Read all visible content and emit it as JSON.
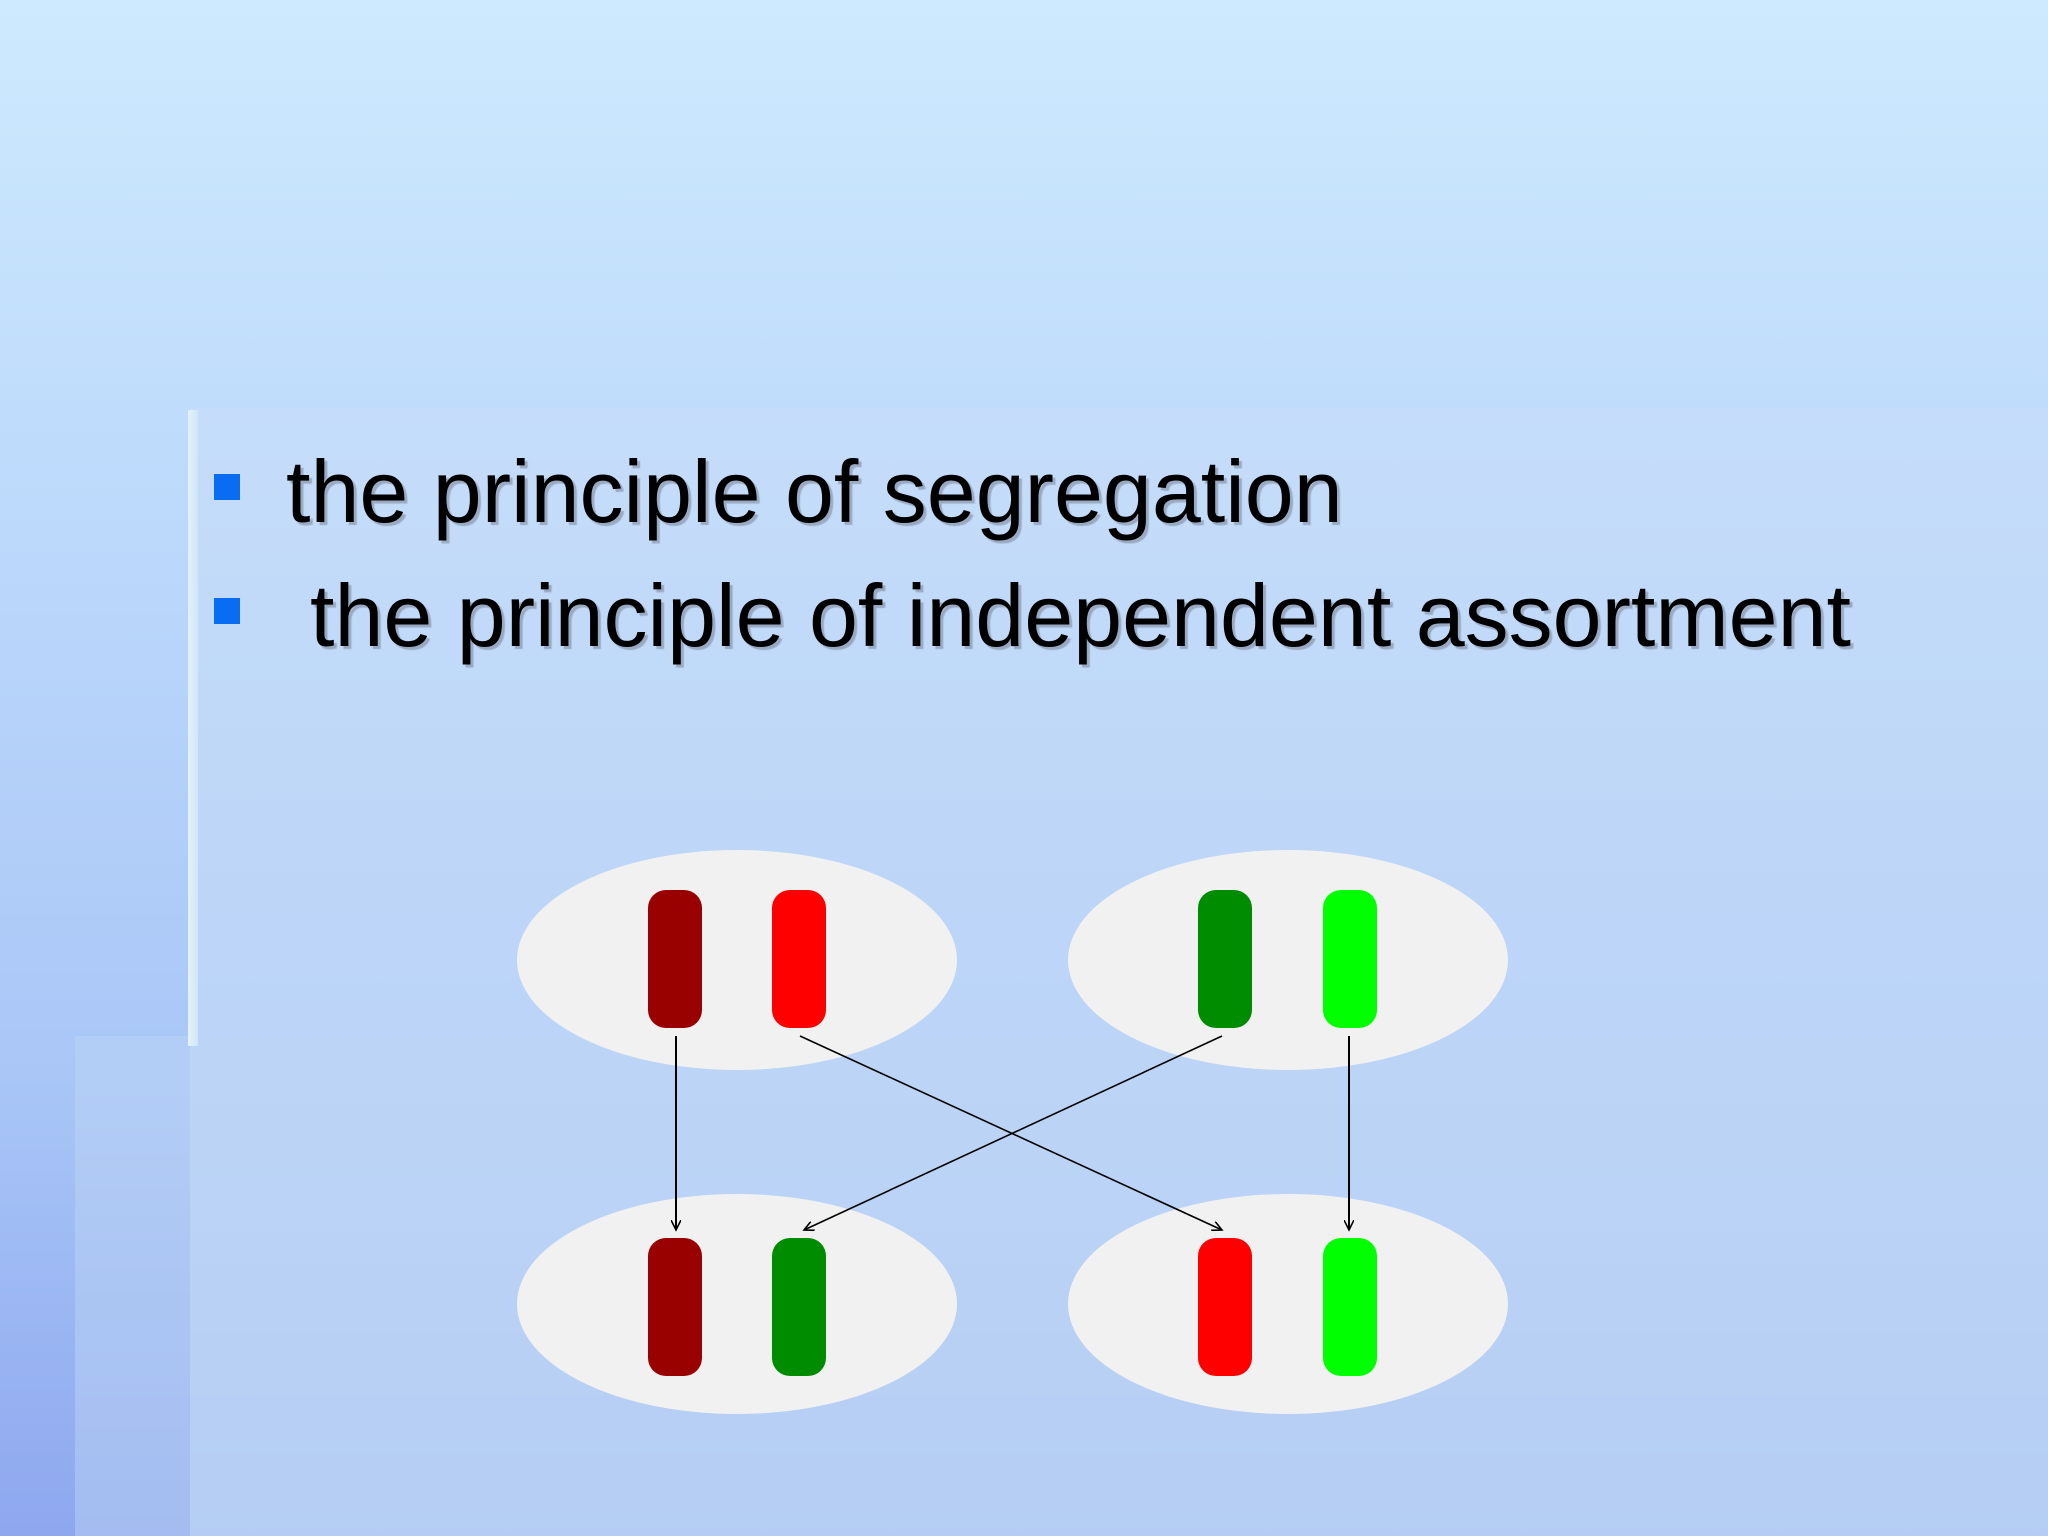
{
  "bullets": [
    "the principle of segregation",
    "the principle of independent assortment"
  ],
  "diagram": {
    "colors": {
      "dark_red": "#990000",
      "red": "#ff0000",
      "dark_green": "#008c00",
      "green": "#00ff00",
      "cell": "#f1f1f1",
      "arrow": "#000000"
    },
    "parent_cells": [
      [
        "dark_red",
        "red"
      ],
      [
        "dark_green",
        "green"
      ]
    ],
    "gamete_cells": [
      [
        "dark_red",
        "dark_green"
      ],
      [
        "red",
        "green"
      ]
    ]
  }
}
